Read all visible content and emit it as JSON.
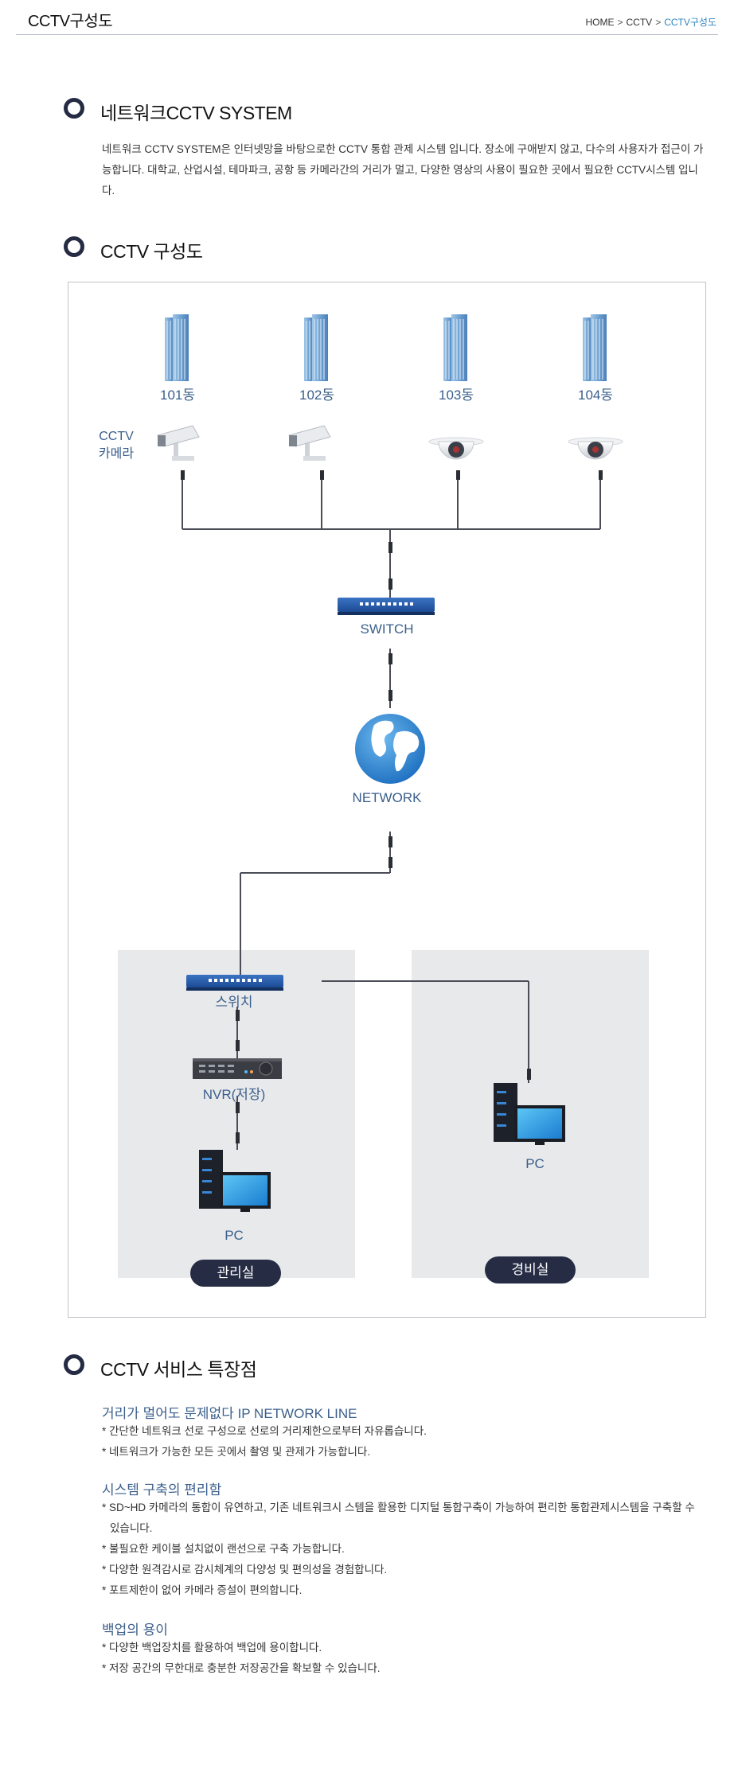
{
  "header": {
    "title": "CCTV구성도",
    "breadcrumb": [
      "HOME",
      "CCTV",
      "CCTV구성도"
    ],
    "separator": ">"
  },
  "section1": {
    "title": "네트워크CCTV SYSTEM",
    "description": "네트워크 CCTV SYSTEM은 인터넷망을 바탕으로한 CCTV 통합 관제 시스템 입니다.  장소에 구애받지 않고, 다수의 사용자가 접근이 가능합니다. 대학교, 산업시설, 테마파크, 공항 등 카메라간의 거리가 멀고, 다양한 영상의 사용이 필요한 곳에서  필요한 CCTV시스템 입니다."
  },
  "section2": {
    "title": "CCTV 구성도",
    "diagram": {
      "buildings": [
        "101동",
        "102동",
        "103동",
        "104동"
      ],
      "camera_label": "CCTV 카메라",
      "switch_label": "SWITCH",
      "network_label": "NETWORK",
      "local_switch_label": "스위치",
      "nvr_label": "NVR(저장)",
      "pc_label_left": "PC",
      "pc_label_right": "PC",
      "room_left": "관리실",
      "room_right": "경비실"
    }
  },
  "section3": {
    "title": "CCTV 서비스 특장점",
    "groups": [
      {
        "heading": "거리가 멀어도 문제없다 IP NETWORK LINE",
        "items": [
          "* 간단한 네트워크 선로 구성으로 선로의 거리제한으로부터 자유롭습니다.",
          "* 네트워크가 가능한 모든 곳에서 촬영 및 관제가 가능합니다."
        ]
      },
      {
        "heading": "시스템 구축의 편리함",
        "items": [
          "* SD~HD 카메라의 통합이 유연하고, 기존 네트워크시 스템을 활용한 디지털 통합구축이 가능하여 편리한 통합관제시스템을 구축할 수",
          "있습니다.",
          "* 불필요한 케이블 설치없이 랜선으로 구축 가능합니다.",
          "* 다양한 원격감시로 감시체계의 다양성 및 편의성을 경험합니다.",
          "* 포트제한이 없어 카메라 증설이 편의합니다."
        ]
      },
      {
        "heading": "백업의 용이",
        "items": [
          "* 다양한 백업장치를 활용하여 백업에 용이합니다.",
          "* 저장 공간의 무한대로 충분한 저장공간을 확보할 수 있습니다."
        ]
      }
    ]
  }
}
